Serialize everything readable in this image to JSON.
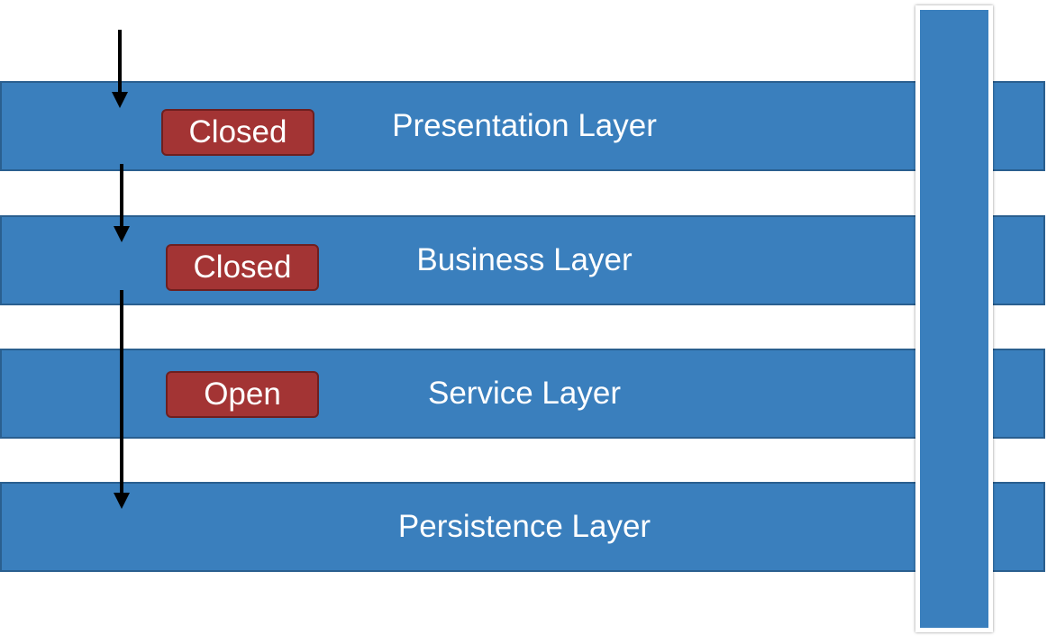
{
  "colors": {
    "layer_fill": "#3a7fbd",
    "badge_fill": "#a33434",
    "arrow": "#000000"
  },
  "layers": [
    {
      "label": "Presentation Layer",
      "badge": "Closed"
    },
    {
      "label": "Business Layer",
      "badge": "Closed"
    },
    {
      "label": "Service Layer",
      "badge": "Open"
    },
    {
      "label": "Persistence Layer"
    }
  ]
}
